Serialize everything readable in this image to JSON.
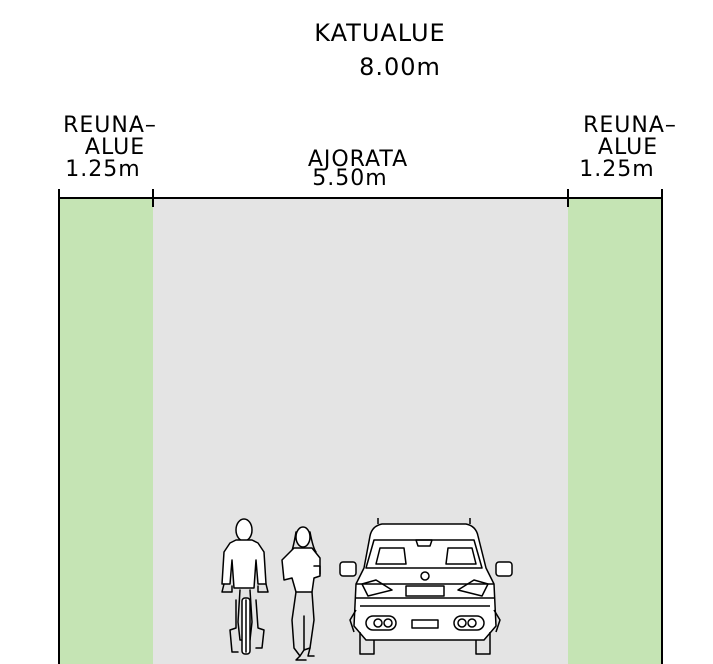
{
  "street": {
    "title": "KATUALUE",
    "total_width": "8.00m"
  },
  "sections": [
    {
      "id": "left",
      "name_line1": "REUNA–",
      "name_line2": "ALUE",
      "width": "1.25m",
      "color": "#c5e4b4"
    },
    {
      "id": "center",
      "name_line1": "AJORATA",
      "name_line2": "",
      "width": "5.50m",
      "color": "#e4e4e4"
    },
    {
      "id": "right",
      "name_line1": "REUNA–",
      "name_line2": "ALUE",
      "width": "1.25m",
      "color": "#c5e4b4"
    }
  ],
  "figures": [
    "cyclist-icon",
    "pedestrian-icon",
    "car-rear-icon"
  ]
}
